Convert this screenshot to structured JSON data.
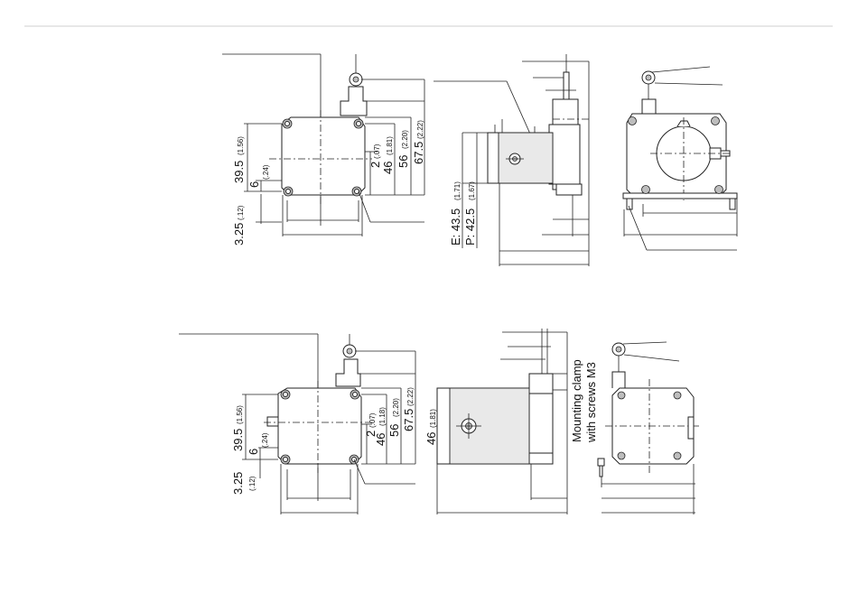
{
  "top_view": {
    "dim_39_5": "39.5",
    "dim_39_5_in": "(1.56)",
    "dim_6": "6",
    "dim_6_in": "(.24)",
    "dim_3_25": "3.25",
    "dim_3_25_in": "(.12)",
    "dim_2": "2",
    "dim_2_in": "(.07)",
    "dim_46": "46",
    "dim_46_in": "(1.81)",
    "dim_56": "56",
    "dim_56_in": "(2.20)",
    "dim_67_5": "67.5",
    "dim_67_5_in": "(2.22)",
    "dim_e": "E: 43.5",
    "dim_e_in": "(1.71)",
    "dim_p": "P: 42.5",
    "dim_p_in": "(1.67)"
  },
  "bottom_view": {
    "dim_39_5": "39.5",
    "dim_39_5_in": "(1.56)",
    "dim_6": "6",
    "dim_6_in": "(.24)",
    "dim_3_25": "3.25",
    "dim_3_25_in": "(.12)",
    "dim_2": "2",
    "dim_2_in": "(.07)",
    "dim_46": "46",
    "dim_46_in": "(1.18)",
    "dim_56": "56",
    "dim_56_in": "(2.20)",
    "dim_67_5": "67.5",
    "dim_67_5_in": "(2.22)",
    "dim_side_46": "46",
    "dim_side_46_in": "(1.81)",
    "clamp_note_1": "Mounting clamp",
    "clamp_note_2": "with screws M3"
  }
}
